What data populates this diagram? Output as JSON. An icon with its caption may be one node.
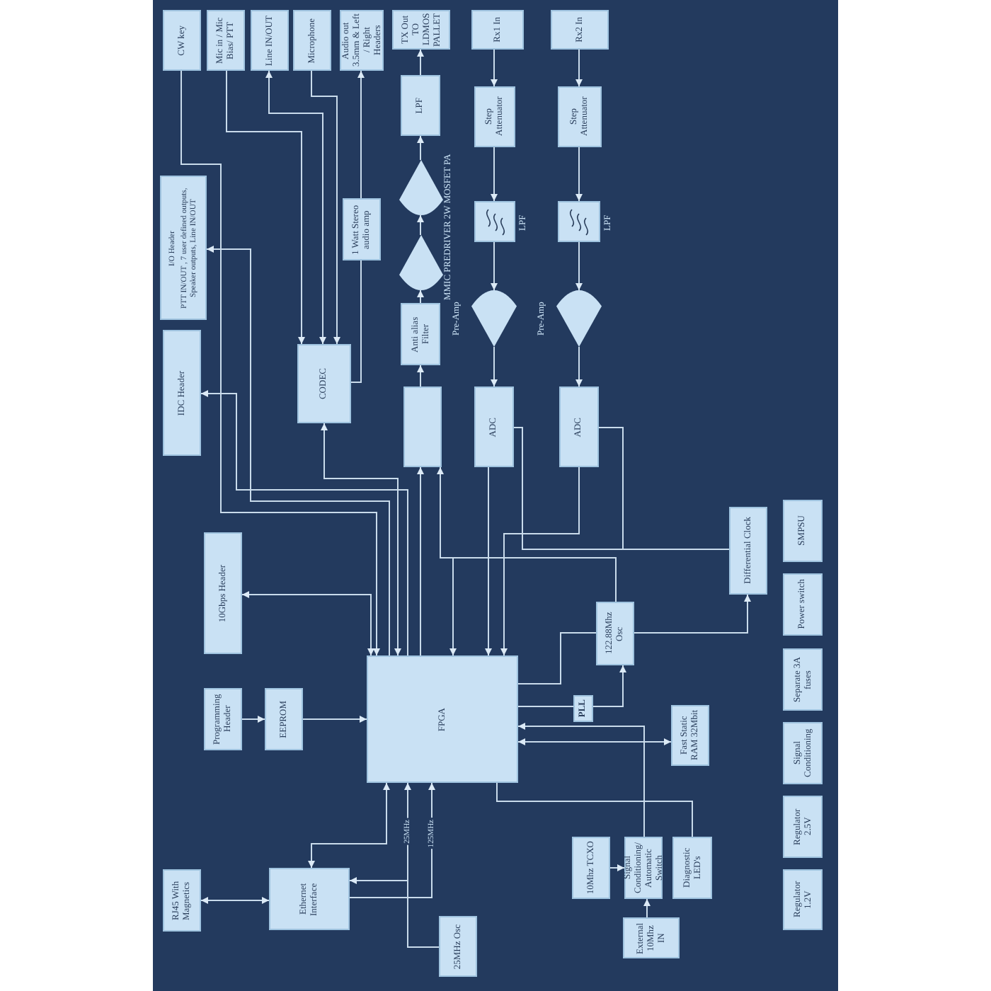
{
  "diagram": {
    "nodes": [
      {
        "text": [
          "CW key"
        ]
      },
      {
        "text": [
          "Mic in / Mic Bias/ PTT"
        ]
      },
      {
        "text": [
          "Line IN/OUT"
        ]
      },
      {
        "text": [
          "Microphone"
        ]
      },
      {
        "text": [
          "Audio out 3.5mm & Left / Right Headers"
        ]
      },
      {
        "text": [
          "TX Out TO LDMOS PALLET"
        ]
      },
      {
        "text": [
          "Rx1 In"
        ]
      },
      {
        "text": [
          "Rx2 In"
        ]
      },
      {
        "text": [
          "Step Attenuator"
        ]
      },
      {
        "text": [
          "Step Attenuator"
        ]
      },
      {
        "text": [
          "LPF"
        ]
      },
      {
        "text": [],
        "shape": "triangle"
      },
      {
        "text": [],
        "shape": "triangle"
      },
      {
        "text": [
          "Anti alias Filter"
        ]
      },
      {
        "text": [
          "1 Watt Stereo audio amp"
        ]
      },
      {
        "text": [
          "I/O Header",
          "PTT IN/OUT , 7 user defined outputs, Speaker outputs, Line IN/OUT"
        ]
      },
      {
        "text": [],
        "shape": "box",
        "beside": [
          "LPF"
        ]
      },
      {
        "text": [],
        "shape": "box",
        "beside": [
          "LPF"
        ]
      },
      {
        "text": [],
        "shape": "triangle",
        "beside": [
          "Pre-Amp"
        ]
      },
      {
        "text": [],
        "shape": "triangle",
        "beside": [
          "Pre-Amp"
        ]
      },
      {
        "text": [
          "IDC Header"
        ]
      },
      {
        "text": [
          "CODEC"
        ]
      },
      {
        "text": [],
        "shape": "box"
      },
      {
        "text": [
          "ADC"
        ]
      },
      {
        "text": [
          "ADC"
        ]
      },
      {
        "text": [
          "10Gbps Header"
        ]
      },
      {
        "text": [
          "Differential Clock"
        ]
      },
      {
        "text": [
          "SMPSU"
        ]
      },
      {
        "text": [
          "Power switch"
        ]
      },
      {
        "text": [
          "Separate 3A fuses"
        ]
      },
      {
        "text": [
          "Signal Conditioning"
        ]
      },
      {
        "text": [
          "Regulator 2.5V"
        ]
      },
      {
        "text": [
          "Regulator 1.2V"
        ]
      },
      {
        "text": [
          "122.88Mhz Osc"
        ]
      },
      {
        "text": [
          "FPGA"
        ]
      },
      {
        "text": [
          "PLL"
        ]
      },
      {
        "text": [
          "Fast Static RAM 32Mbit"
        ]
      },
      {
        "text": [
          "Programming Header"
        ]
      },
      {
        "text": [
          "EEPROM"
        ]
      },
      {
        "text": [
          "Ethernet Interface"
        ]
      },
      {
        "text": [
          "RJ45 With Magnetics"
        ]
      },
      {
        "text": [
          "25MHz Osc"
        ]
      },
      {
        "text": [
          "10Mhz TCXO"
        ]
      },
      {
        "text": [
          "Signal Conditioning/ Automatic Switch"
        ]
      },
      {
        "text": [
          "Diagnostic LED's"
        ]
      },
      {
        "text": [
          "External 10Mhz IN"
        ]
      }
    ],
    "edges": [
      {
        "from": 0,
        "to": 34,
        "arrow": "to"
      },
      {
        "from": 34,
        "to": 15,
        "arrow": "to"
      },
      {
        "from": 34,
        "to": 20,
        "arrow": "to"
      },
      {
        "from": 34,
        "to": 21,
        "arrow": "both"
      },
      {
        "from": 1,
        "to": 21,
        "arrow": "to"
      },
      {
        "from": 2,
        "to": 21,
        "arrow": "both"
      },
      {
        "from": 3,
        "to": 21,
        "arrow": "to"
      },
      {
        "from": 21,
        "to": 14,
        "arrow": "none"
      },
      {
        "from": 14,
        "to": 4,
        "arrow": "to"
      },
      {
        "from": 22,
        "to": 13,
        "arrow": "to"
      },
      {
        "from": 13,
        "to": 12,
        "arrow": "to"
      },
      {
        "from": 12,
        "to": 11,
        "arrow": "to"
      },
      {
        "from": 11,
        "to": 10,
        "arrow": "to"
      },
      {
        "from": 10,
        "to": 5,
        "arrow": "to"
      },
      {
        "from": 34,
        "to": 22,
        "arrow": "to"
      },
      {
        "from": 6,
        "to": 8,
        "arrow": "to"
      },
      {
        "from": 8,
        "to": 16,
        "arrow": "to"
      },
      {
        "from": 16,
        "to": 18,
        "arrow": "to"
      },
      {
        "from": 18,
        "to": 23,
        "arrow": "to"
      },
      {
        "from": 7,
        "to": 9,
        "arrow": "to"
      },
      {
        "from": 9,
        "to": 17,
        "arrow": "to"
      },
      {
        "from": 17,
        "to": 19,
        "arrow": "to"
      },
      {
        "from": 19,
        "to": 24,
        "arrow": "to"
      },
      {
        "from": 23,
        "to": 34,
        "arrow": "to"
      },
      {
        "from": 24,
        "to": 34,
        "arrow": "to"
      },
      {
        "from": 26,
        "to": 23,
        "arrow": "none"
      },
      {
        "from": 26,
        "to": 24,
        "arrow": "none"
      },
      {
        "from": 33,
        "to": 26,
        "arrow": "to"
      },
      {
        "from": 33,
        "to": 34,
        "arrow": "to"
      },
      {
        "from": 33,
        "to": 22,
        "arrow": "to"
      },
      {
        "from": 33,
        "to": 34,
        "arrow": "none"
      },
      {
        "from": 34,
        "to": 35,
        "arrow": "none"
      },
      {
        "from": 35,
        "to": 33,
        "arrow": "to"
      },
      {
        "from": 34,
        "to": 36,
        "arrow": "both"
      },
      {
        "from": 43,
        "to": 34,
        "arrow": "to"
      },
      {
        "from": 34,
        "to": 44,
        "arrow": "none"
      },
      {
        "from": 42,
        "to": 43,
        "arrow": "to"
      },
      {
        "from": 45,
        "to": 43,
        "arrow": "to"
      },
      {
        "from": 37,
        "to": 38,
        "arrow": "to"
      },
      {
        "from": 38,
        "to": 34,
        "arrow": "to"
      },
      {
        "from": 34,
        "to": 39,
        "arrow": "both"
      },
      {
        "from": 41,
        "to": 34,
        "arrow": "to",
        "label": "25MHz"
      },
      {
        "from": 41,
        "to": 39,
        "arrow": "to"
      },
      {
        "from": 39,
        "to": 34,
        "arrow": "to",
        "label": "125MHz"
      },
      {
        "from": 40,
        "to": 39,
        "arrow": "both"
      },
      {
        "from": 34,
        "to": 25,
        "arrow": "both"
      }
    ],
    "labels": [
      "MMIC PREDRIVER 2W MOSFET PA"
    ]
  }
}
